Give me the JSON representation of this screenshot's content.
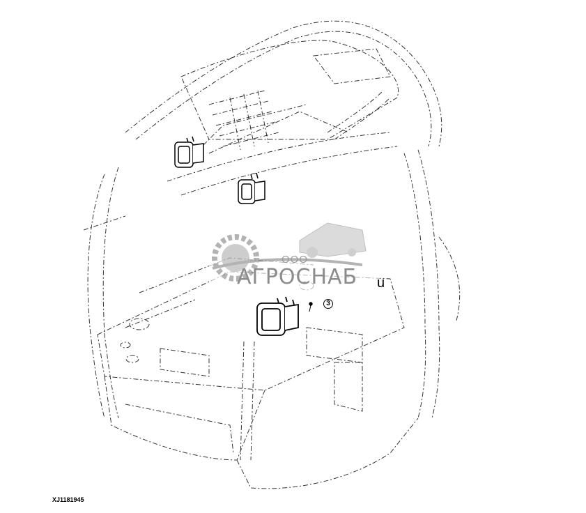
{
  "figure": {
    "drawing_id": "XJ1181945",
    "callouts": [
      {
        "number": "3"
      }
    ],
    "stray_label": "u"
  },
  "watermark": {
    "prefix": "ООО",
    "name": "АГРОСНАБ",
    "color": "#8c8c8c"
  },
  "colors": {
    "line": "#000000",
    "background": "#ffffff"
  }
}
